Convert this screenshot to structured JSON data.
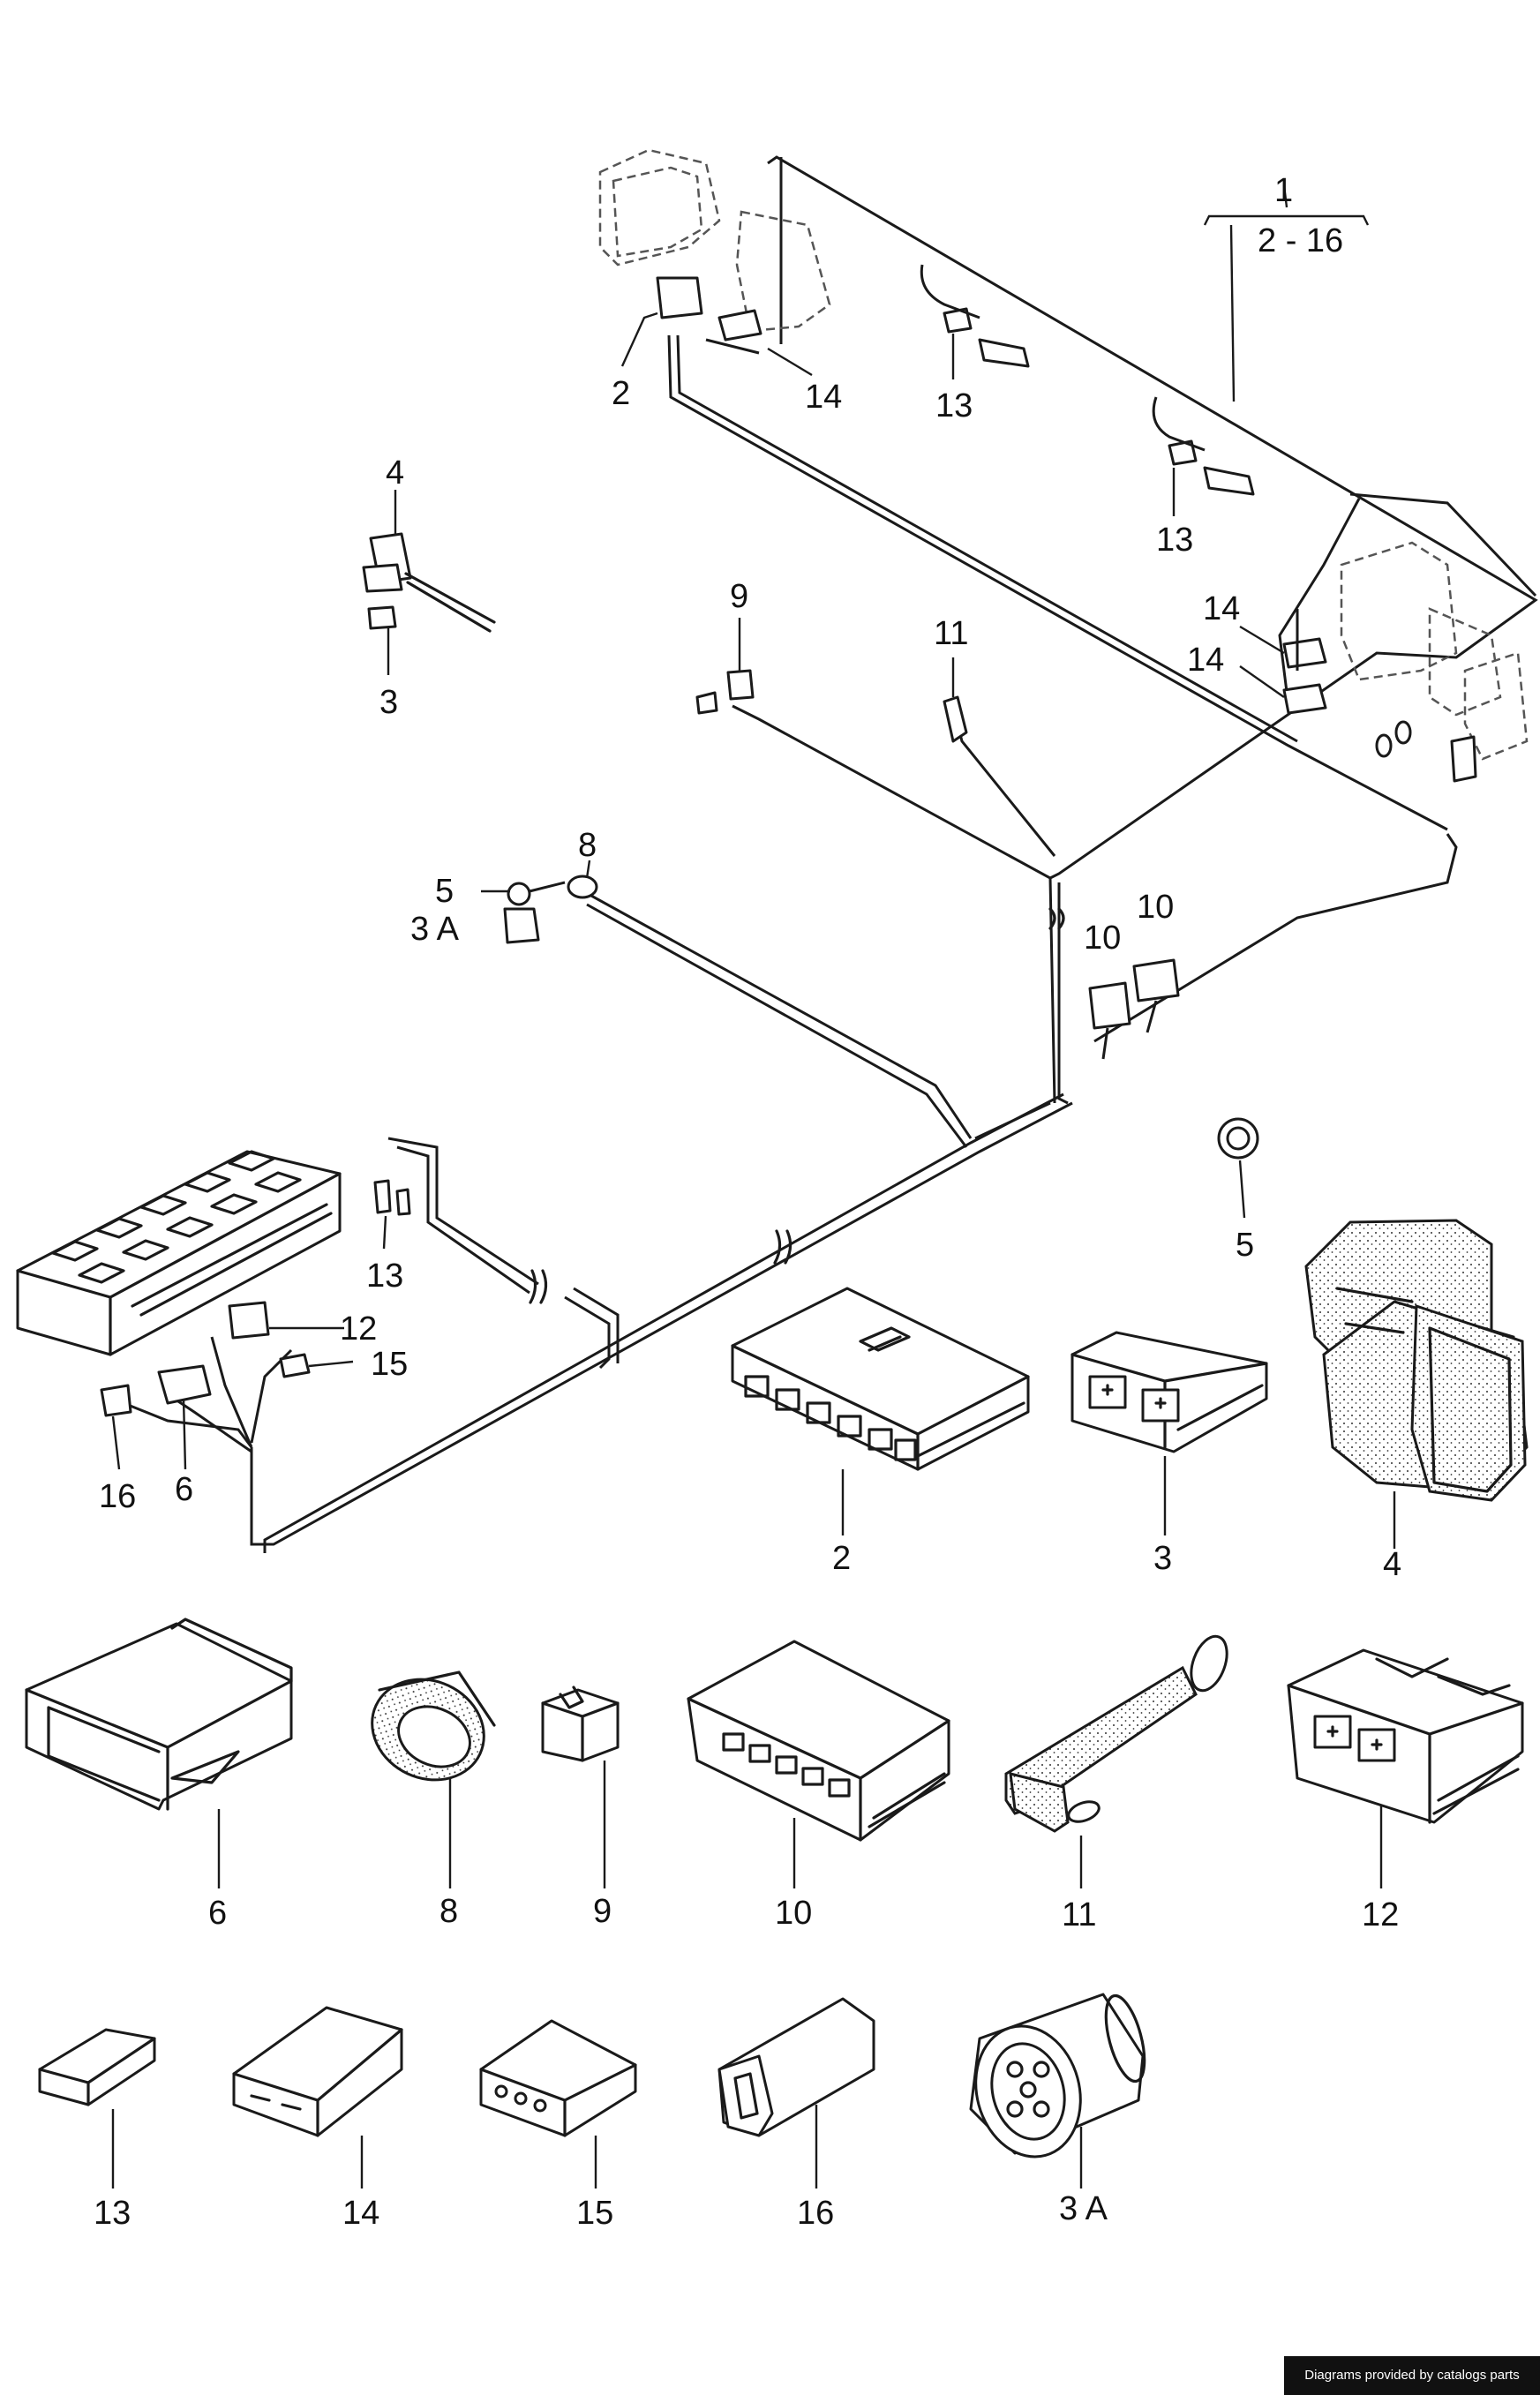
{
  "callouts": {
    "c1": "1",
    "c1_range": "2 - 16",
    "top_2": "2",
    "top_14": "14",
    "top_13a": "13",
    "top_13b": "13",
    "top_14b": "14",
    "top_14c": "14",
    "left_4": "4",
    "left_3": "3",
    "mid_9": "9",
    "mid_11": "11",
    "mid_8": "8",
    "mid_5": "5",
    "mid_3a": "3 A",
    "mid_10a": "10",
    "mid_10b": "10",
    "mid_5b": "5",
    "low_13": "13",
    "low_12": "12",
    "low_15": "15",
    "low_16": "16",
    "low_6": "6"
  },
  "parts": {
    "p2": "2",
    "p3": "3",
    "p4": "4",
    "p6": "6",
    "p8": "8",
    "p9": "9",
    "p10": "10",
    "p11": "11",
    "p12": "12",
    "p13": "13",
    "p14": "14",
    "p15": "15",
    "p16": "16",
    "p3a": "3 A"
  },
  "footer": {
    "credit": "Diagrams provided by catalogs parts"
  },
  "colors": {
    "ink": "#1a1a1a",
    "paper": "#ffffff",
    "footer_bg": "#111111"
  }
}
